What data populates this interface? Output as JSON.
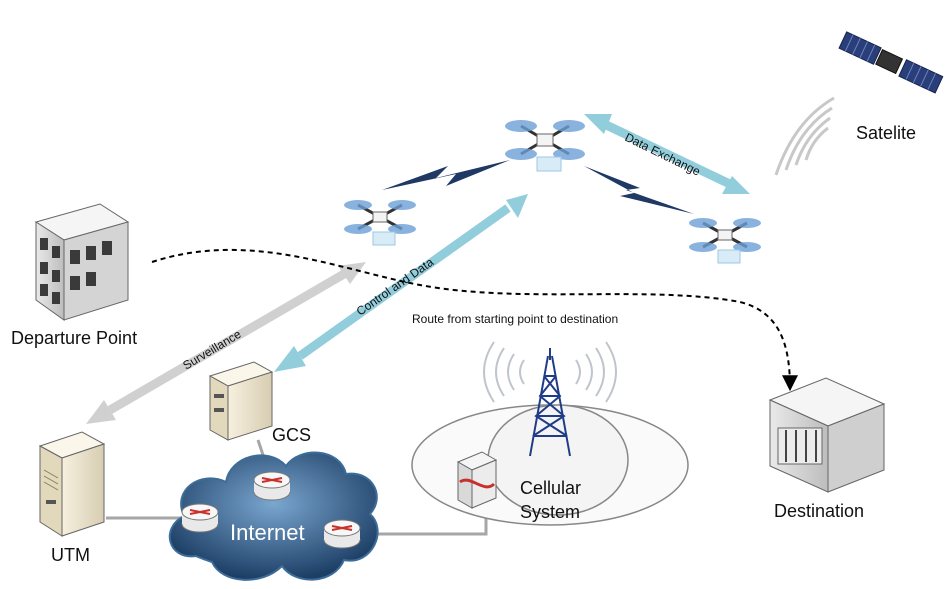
{
  "labels": {
    "satellite": "Satelite",
    "departure": "Departure Point",
    "destination": "Destination",
    "gcs": "GCS",
    "utm": "UTM",
    "internet": "Internet",
    "cellular_line1": "Cellular",
    "cellular_line2": "System"
  },
  "links": {
    "data_exchange": "Data Exchange",
    "control_and_data": "Control and Data",
    "surveillance": "Surveillance",
    "route": "Route from starting point to destination"
  },
  "colors": {
    "arrow_blue": "#92cddc",
    "arrow_gray": "#d0d0d0",
    "wireless_navy": "#1f3864",
    "cloud_dark": "#1d3f66",
    "cloud_light": "#6f9cc4",
    "router": "#c9302c",
    "link_gray": "#a6a6a6"
  }
}
